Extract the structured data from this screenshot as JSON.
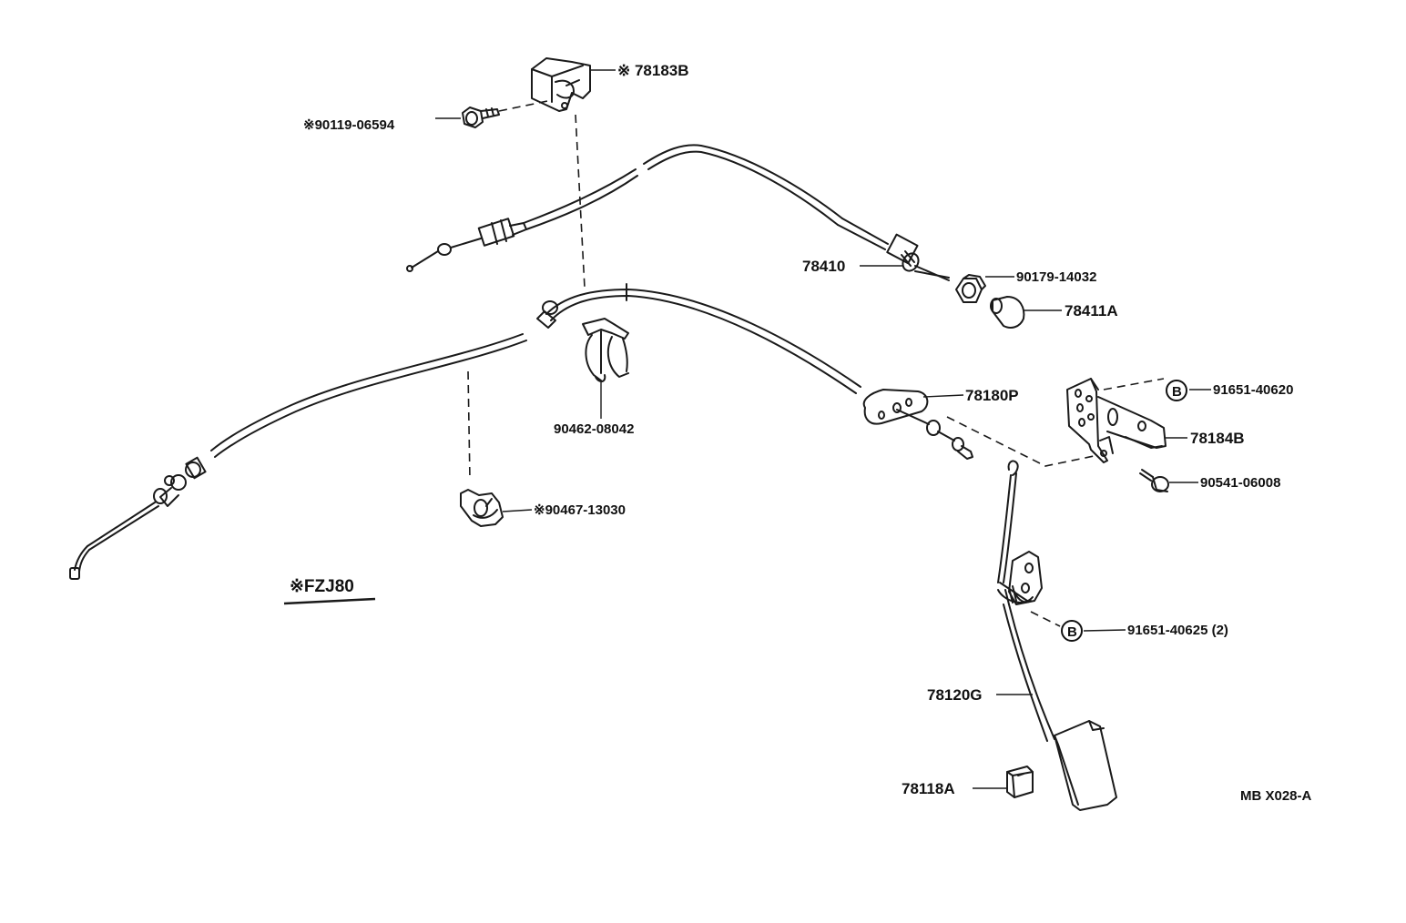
{
  "diagram": {
    "marker": "B",
    "model_note": "※FZJ80",
    "code": "MB X028-A"
  },
  "labels": {
    "p78183B": "※ 78183B",
    "p90119": "※90119-06594",
    "p78410": "78410",
    "p90179": "90179-14032",
    "p78411A": "78411A",
    "p78180P": "78180P",
    "p91651_40620": "91651-40620",
    "p78184B": "78184B",
    "p90541": "90541-06008",
    "p90462": "90462-08042",
    "p90467": "※90467-13030",
    "p91651_40625": "91651-40625 (2)",
    "p78120G": "78120G",
    "p78118A": "78118A"
  }
}
